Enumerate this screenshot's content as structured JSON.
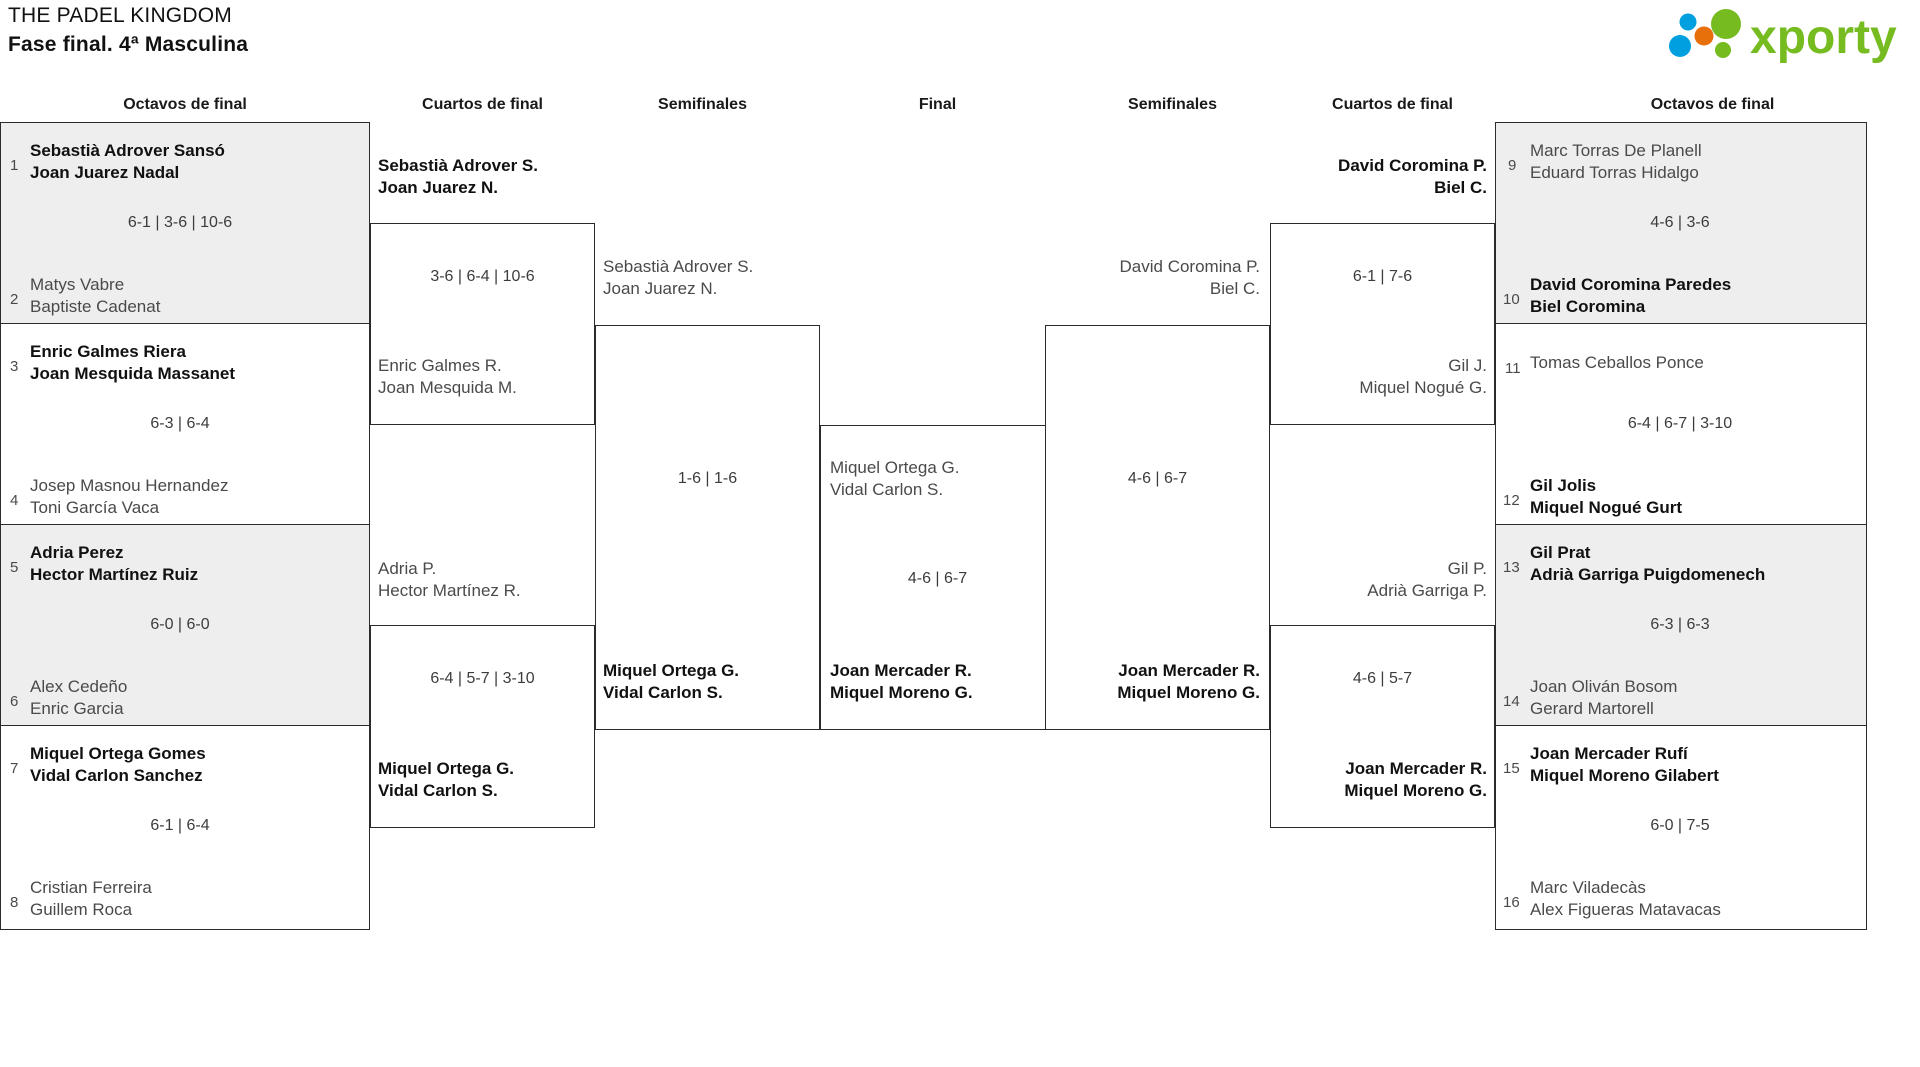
{
  "header": {
    "title": "THE PADEL KINGDOM",
    "subtitle": "Fase final. 4ª Masculina",
    "logo_text": "xporty",
    "logo_colors": {
      "green": "#76bc21",
      "orange": "#e8700a",
      "blue": "#00a0e0"
    }
  },
  "colors": {
    "shaded_row": "#eeeeee",
    "border": "#2b2b2b",
    "winner_text": "#111111",
    "loser_text": "#4a4a4a",
    "score_text": "#3c3c3c"
  },
  "round_headings": {
    "left_r16": "Octavos de final",
    "left_qf": "Cuartos de final",
    "left_sf": "Semifinales",
    "final": "Final",
    "right_sf": "Semifinales",
    "right_qf": "Cuartos de final",
    "right_r16": "Octavos de final"
  },
  "left_r16": [
    {
      "seed_top": "1",
      "seed_bottom": "2",
      "top": {
        "p1": "Sebastià Adrover Sansó",
        "p2": "Joan Juarez Nadal",
        "winner": true
      },
      "bottom": {
        "p1": "Matys Vabre",
        "p2": "Baptiste Cadenat",
        "winner": false
      },
      "score": "6-1 | 3-6 | 10-6",
      "shaded": true
    },
    {
      "seed_top": "3",
      "seed_bottom": "4",
      "top": {
        "p1": "Enric Galmes Riera",
        "p2": "Joan Mesquida Massanet",
        "winner": true
      },
      "bottom": {
        "p1": "Josep Masnou Hernandez",
        "p2": "Toni García Vaca",
        "winner": false
      },
      "score": "6-3 | 6-4",
      "shaded": false
    },
    {
      "seed_top": "5",
      "seed_bottom": "6",
      "top": {
        "p1": "Adria Perez",
        "p2": "Hector Martínez Ruiz",
        "winner": true
      },
      "bottom": {
        "p1": "Alex Cedeño",
        "p2": "Enric Garcia",
        "winner": false
      },
      "score": "6-0 | 6-0",
      "shaded": true
    },
    {
      "seed_top": "7",
      "seed_bottom": "8",
      "top": {
        "p1": "Miquel Ortega Gomes",
        "p2": "Vidal Carlon Sanchez",
        "winner": true
      },
      "bottom": {
        "p1": "Cristian Ferreira",
        "p2": "Guillem Roca",
        "winner": false
      },
      "score": "6-1 | 6-4",
      "shaded": false
    }
  ],
  "left_qf": [
    {
      "top": {
        "p1": "Sebastià Adrover S.",
        "p2": "Joan Juarez N.",
        "winner": true
      },
      "bottom": {
        "p1": "Enric Galmes R.",
        "p2": "Joan Mesquida M.",
        "winner": false
      },
      "score": "3-6 | 6-4 | 10-6"
    },
    {
      "top": {
        "p1": "Adria P.",
        "p2": "Hector Martínez R.",
        "winner": false
      },
      "bottom": {
        "p1": "Miquel Ortega G.",
        "p2": "Vidal Carlon S.",
        "winner": true
      },
      "score": "6-4 | 5-7 | 3-10"
    }
  ],
  "left_sf": [
    {
      "top": {
        "p1": "Sebastià Adrover S.",
        "p2": "Joan Juarez N.",
        "winner": false
      },
      "bottom": {
        "p1": "Miquel Ortega G.",
        "p2": "Vidal Carlon S.",
        "winner": true
      },
      "score": "1-6 | 1-6"
    }
  ],
  "final": [
    {
      "top": {
        "p1": "Miquel Ortega G.",
        "p2": "Vidal Carlon S.",
        "winner": false
      },
      "bottom": {
        "p1": "Joan Mercader R.",
        "p2": "Miquel Moreno G.",
        "winner": true
      },
      "score": "4-6 | 6-7"
    }
  ],
  "right_sf": [
    {
      "top": {
        "p1": "David Coromina P.",
        "p2": "Biel C.",
        "winner": false
      },
      "bottom": {
        "p1": "Joan Mercader R.",
        "p2": "Miquel Moreno G.",
        "winner": true
      },
      "score": "4-6 | 6-7"
    }
  ],
  "right_qf": [
    {
      "top": {
        "p1": "David Coromina P.",
        "p2": "Biel C.",
        "winner": true
      },
      "bottom": {
        "p1": "Gil J.",
        "p2": "Miquel Nogué G.",
        "winner": false
      },
      "score": "6-1 | 7-6"
    },
    {
      "top": {
        "p1": "Gil P.",
        "p2": "Adrià Garriga P.",
        "winner": false
      },
      "bottom": {
        "p1": "Joan Mercader R.",
        "p2": "Miquel Moreno G.",
        "winner": true
      },
      "score": "4-6 | 5-7"
    }
  ],
  "right_r16": [
    {
      "seed_top": "9",
      "seed_bottom": "10",
      "top": {
        "p1": "Marc Torras De Planell",
        "p2": "Eduard Torras Hidalgo",
        "winner": false
      },
      "bottom": {
        "p1": "David Coromina Paredes",
        "p2": "Biel Coromina",
        "winner": true
      },
      "score": "4-6 | 3-6",
      "shaded": true
    },
    {
      "seed_top": "11",
      "seed_bottom": "12",
      "top": {
        "p1": "Tomas Ceballos Ponce",
        "p2": "",
        "winner": false
      },
      "bottom": {
        "p1": "Gil Jolis",
        "p2": "Miquel Nogué Gurt",
        "winner": true
      },
      "score": "6-4 | 6-7 | 3-10",
      "shaded": false
    },
    {
      "seed_top": "13",
      "seed_bottom": "14",
      "top": {
        "p1": "Gil Prat",
        "p2": "Adrià Garriga Puigdomenech",
        "winner": true
      },
      "bottom": {
        "p1": "Joan Oliván Bosom",
        "p2": "Gerard Martorell",
        "winner": false
      },
      "score": "6-3 | 6-3",
      "shaded": true
    },
    {
      "seed_top": "15",
      "seed_bottom": "16",
      "top": {
        "p1": "Joan Mercader Rufí",
        "p2": "Miquel Moreno Gilabert",
        "winner": true
      },
      "bottom": {
        "p1": "Marc Viladecàs",
        "p2": "Alex Figueras Matavacas",
        "winner": false
      },
      "score": "6-0 | 7-5",
      "shaded": false
    }
  ]
}
